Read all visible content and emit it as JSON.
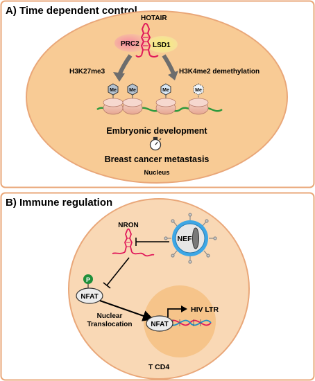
{
  "panel_a": {
    "title": "A) Time dependent control",
    "hotair": "HOTAIR",
    "prc2": "PRC2",
    "lsd1": "LSD1",
    "left_mark": "H3K27me3",
    "right_mark": "H3K4me2 demethylation",
    "me": "Me",
    "process1": "Embryonic development",
    "process2": "Breast cancer metastasis",
    "compartment": "Nucleus"
  },
  "panel_b": {
    "title": "B) Immune regulation",
    "nron": "NRON",
    "nef": "NEF",
    "p": "P",
    "nfat": "NFAT",
    "translocation_line1": "Nuclear",
    "translocation_line2": "Translocation",
    "hiv_ltr": "HIV LTR",
    "cell": "T CD4"
  },
  "colors": {
    "panel_border": "#e9a779",
    "nucleus_fill": "#f8cb95",
    "cell_fill": "#f9d8b5",
    "inner_nucleus_fill": "#f6c48a",
    "rna_red": "#e0195a",
    "nucleosome": "#f2c4b4",
    "dna_green": "#2f9a3e",
    "phospho_green": "#1f8f3a",
    "virus_blue": "#3da7e6"
  }
}
